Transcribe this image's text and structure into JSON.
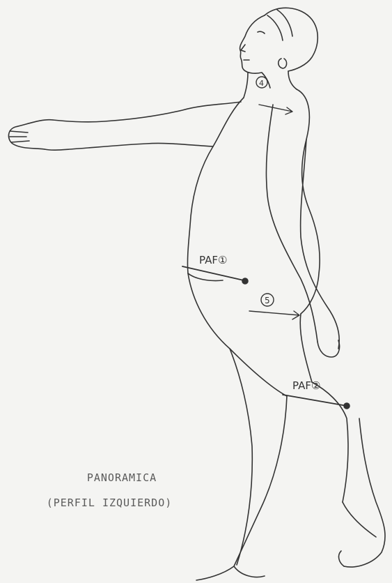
{
  "caption": {
    "line1": "PANORAMICA",
    "line2": "(PERFIL IZQUIERDO)"
  },
  "annotations": {
    "neck_marker": "4",
    "waist_label": "PAF①",
    "thigh_marker": "5",
    "knee_label": "PAF②"
  },
  "colors": {
    "ink": "#333333",
    "paper": "#f4f4f2",
    "caption": "#5a5a5a"
  }
}
